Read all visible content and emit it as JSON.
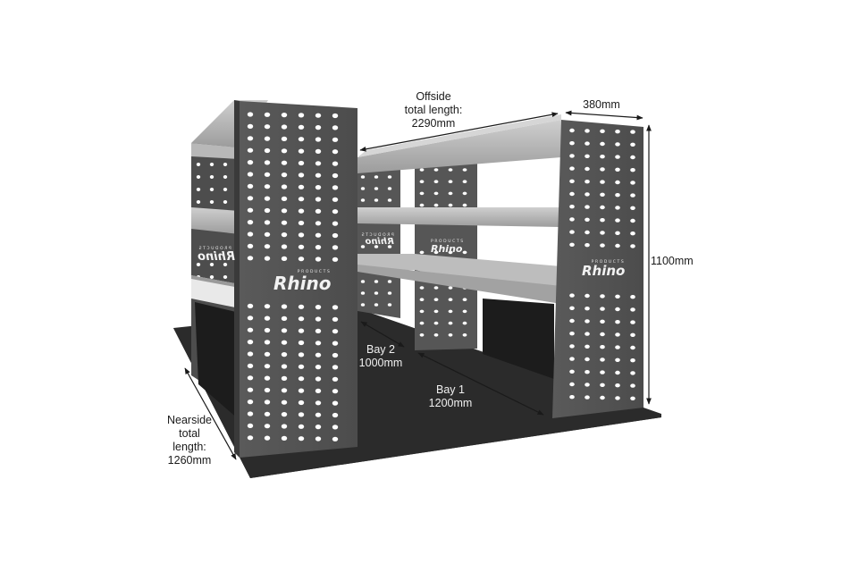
{
  "diagram": {
    "dimensions": {
      "offside": [
        "Offside",
        "total length:",
        "2290mm"
      ],
      "depth": "380mm",
      "height": "1100mm",
      "nearside": [
        "Nearside",
        "total",
        "length:",
        "1260mm"
      ],
      "bay2": [
        "Bay 2",
        "1000mm"
      ],
      "bay1": [
        "Bay 1",
        "1200mm"
      ]
    },
    "logo": {
      "small": "PRODUCTS",
      "word": "Rhino"
    },
    "colors": {
      "panel": "#555555",
      "panel_dark": "#444444",
      "shelf": "#a9a9a9",
      "shelf_light": "#c4c4c4",
      "floor": "#2b2b2b",
      "hole": "#ffffff",
      "dim_line": "#1a1a1a"
    }
  }
}
